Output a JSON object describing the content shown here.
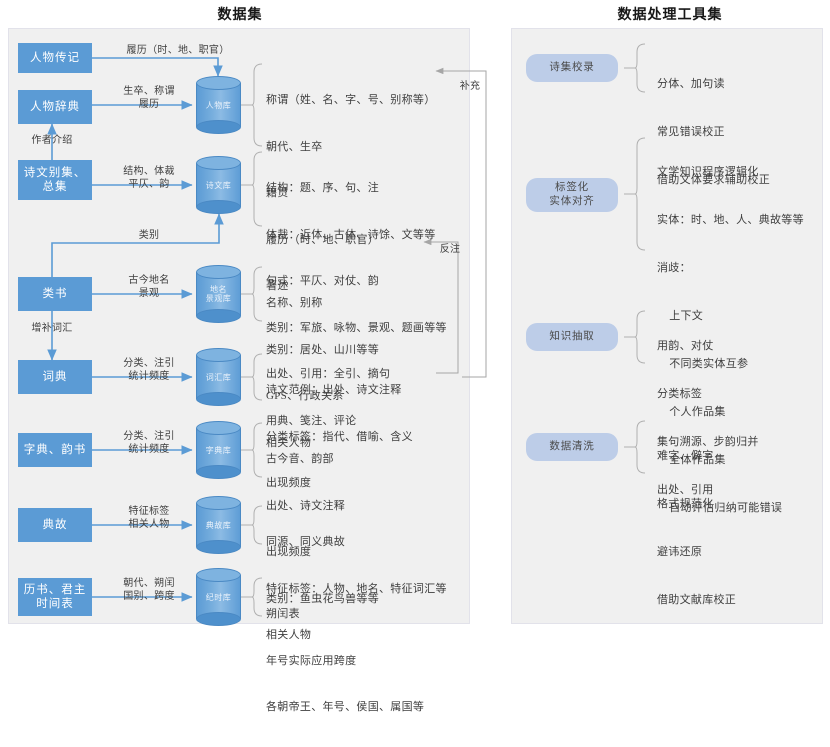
{
  "titles": {
    "left": "数据集",
    "right": "数据处理工具集"
  },
  "colors": {
    "source_box": "#5b9bd5",
    "cylinder": "#5b9bd5",
    "pill": "#bdcde8",
    "panel_bg": "#f0f0f0",
    "arrow": "#5b9bd5",
    "feedback_arrow": "#a6a6a6",
    "brace": "#b0b0b0"
  },
  "dataset": {
    "rows": [
      {
        "source": "人物传记",
        "edge_label": "履历（时、地、职官）",
        "store": "人物库",
        "details": []
      },
      {
        "source": "人物辞典",
        "edge_label": "生卒、称谓\n履历",
        "store": "人物库",
        "details": [
          "称谓（姓、名、字、号、别称等）",
          "朝代、生卒",
          "籍贯",
          "履历（时、地、职官）",
          "著述"
        ]
      },
      {
        "source": "诗文别集、\n总集",
        "edge_label": "结构、体裁\n平仄、韵",
        "store": "诗文库",
        "details": [
          "结构：题、序、句、注",
          "体裁：近体、古体、诗馀、文等等",
          "句式：平仄、对仗、韵",
          "类别：军旅、咏物、景观、题画等等",
          "出处、引用：全引、摘句",
          "用典、笺注、评论"
        ]
      },
      {
        "source": "类书",
        "edge_label": "古今地名\n景观",
        "store": "地名\n景观库",
        "details": [
          "名称、别称",
          "类别：居处、山川等等",
          "GPS、行政关系",
          "相关人物"
        ]
      },
      {
        "source": "词典",
        "edge_label": "分类、注引\n统计频度",
        "store": "词汇库",
        "details": [
          "诗文范例：出处、诗文注释",
          "分类标签：指代、借喻、含义",
          "出现频度"
        ]
      },
      {
        "source": "字典、韵书",
        "edge_label": "分类、注引\n统计频度",
        "store": "字典库",
        "details": [
          "古今音、韵部",
          "出处、诗文注释",
          "出现频度",
          "类别：鱼虫花鸟兽等等"
        ]
      },
      {
        "source": "典故",
        "edge_label": "特征标签\n相关人物",
        "store": "典故库",
        "details": [
          "同源、同义典故",
          "特征标签：人物、地名、特征词汇等",
          "相关人物"
        ]
      },
      {
        "source": "历书、君主\n时间表",
        "edge_label": "朝代、朔闰\n国别、跨度",
        "store": "纪时库",
        "details": [
          "朔闰表",
          "年号实际应用跨度",
          "各朝帝王、年号、侯国、属国等"
        ]
      }
    ],
    "internal_edges": [
      {
        "label": "作者介绍",
        "from": "诗文别集、总集",
        "to": "人物辞典"
      },
      {
        "label": "类别",
        "from": "类书",
        "to": "诗文库"
      },
      {
        "label": "增补词汇",
        "from": "类书",
        "to": "词典"
      }
    ],
    "feedback_edges": [
      {
        "label": "补充",
        "from": "词汇库详情",
        "to": "人物库详情"
      },
      {
        "label": "反注",
        "from": "词汇库详情",
        "to": "诗文库详情"
      }
    ]
  },
  "tools": {
    "items": [
      {
        "name": "诗集校录",
        "details": [
          "分体、加句读",
          "常见错误校正",
          "借助文体要求辅助校正"
        ]
      },
      {
        "name": "标签化\n实体对齐",
        "details": [
          "文学知识程序逻辑化",
          "实体：时、地、人、典故等等",
          "消歧：",
          "    上下文",
          "    不同类实体互参",
          "    个人作品集",
          "    全体作品集",
          "    自动评估归纳可能错误"
        ]
      },
      {
        "name": "知识抽取",
        "details": [
          "用韵、对仗",
          "分类标签",
          "集句溯源、步韵归并",
          "出处、引用"
        ]
      },
      {
        "name": "数据清洗",
        "details": [
          "难字、僻字",
          "格式规范化",
          "避讳还原",
          "借助文献库校正"
        ]
      }
    ]
  }
}
